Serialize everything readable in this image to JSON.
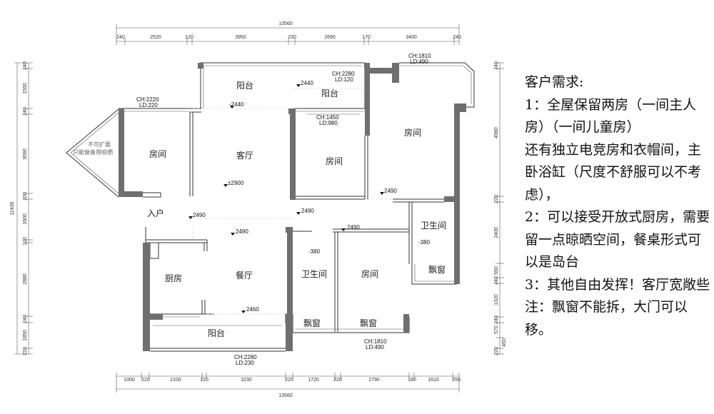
{
  "dimensions": {
    "overall_top": "13560",
    "overall_bottom": "13560",
    "overall_left": "11430",
    "top": [
      "240",
      "2520",
      "120",
      "3950",
      "230",
      "2690",
      "170",
      "3400",
      "240"
    ],
    "bottom": [
      "1000",
      "220",
      "2100",
      "120",
      "3230",
      "220",
      "1720",
      "220",
      "2790",
      "180",
      "1610",
      "250"
    ],
    "left": [
      "240",
      "1550",
      "240",
      "3090",
      "200",
      "1600",
      "120",
      "2880",
      "240",
      "1850",
      "220"
    ],
    "right": [
      "240",
      "4980",
      "220",
      "2400",
      "550",
      "240",
      "1320",
      "240",
      "570",
      "450",
      "220"
    ]
  },
  "rooms": {
    "balcony_top_left": "阳台",
    "balcony_top_mid": "阳台",
    "bedroom_left": "房间",
    "living_room": "客厅",
    "bedroom_mid": "房间",
    "bedroom_right": "房间",
    "entry": "入户",
    "kitchen": "厨房",
    "dining": "餐厅",
    "bathroom_mid": "卫生间",
    "bedroom_lower": "房间",
    "bathroom_right": "卫生间",
    "bay_window_right": "飘窗",
    "bay_window_1": "飘窗",
    "bay_window_2": "飘窗",
    "balcony_bottom": "阳台"
  },
  "annotations": {
    "ch2220": "CH:2220",
    "ld220": "LD:220",
    "ch2280_top": "CH:2280",
    "ld120": "LD:120",
    "ch1810_top": "CH:1810",
    "ld490_top": "LD:490",
    "ch1450": "CH:1450",
    "ld980": "LD:980",
    "ch1810_bottom": "CH:1810",
    "ld490_bottom": "LD:490",
    "ch2280_bottom": "CH:2280",
    "ld230": "LD:230",
    "lv2440_a": "2440",
    "lv2440_b": "-2440",
    "lv2900": "±2900",
    "lv2490_a": "2490",
    "lv2490_b": "2490",
    "lv2490_c": "2490",
    "lv2490_d": "2490",
    "lv2490_e": "2490",
    "lv2460": "2460",
    "lv380_a": "-380",
    "lv380_b": "-380",
    "no_expand_1": "不可扩展",
    "no_expand_2": "只能做备用晾晒"
  },
  "notes": [
    "客户需求:",
    "1：全屋保留两房（一间主人房）（一间儿童房）",
    "还有独立电竞房和衣帽间，主卧浴缸（尺度不舒服可以不考虑），",
    "2：可以接受开放式厨房，需要留一点晾晒空间，餐桌形式可以是岛台",
    "3：其他自由发挥！客厅宽敞些",
    "注：飘窗不能拆，大门可以移。"
  ]
}
